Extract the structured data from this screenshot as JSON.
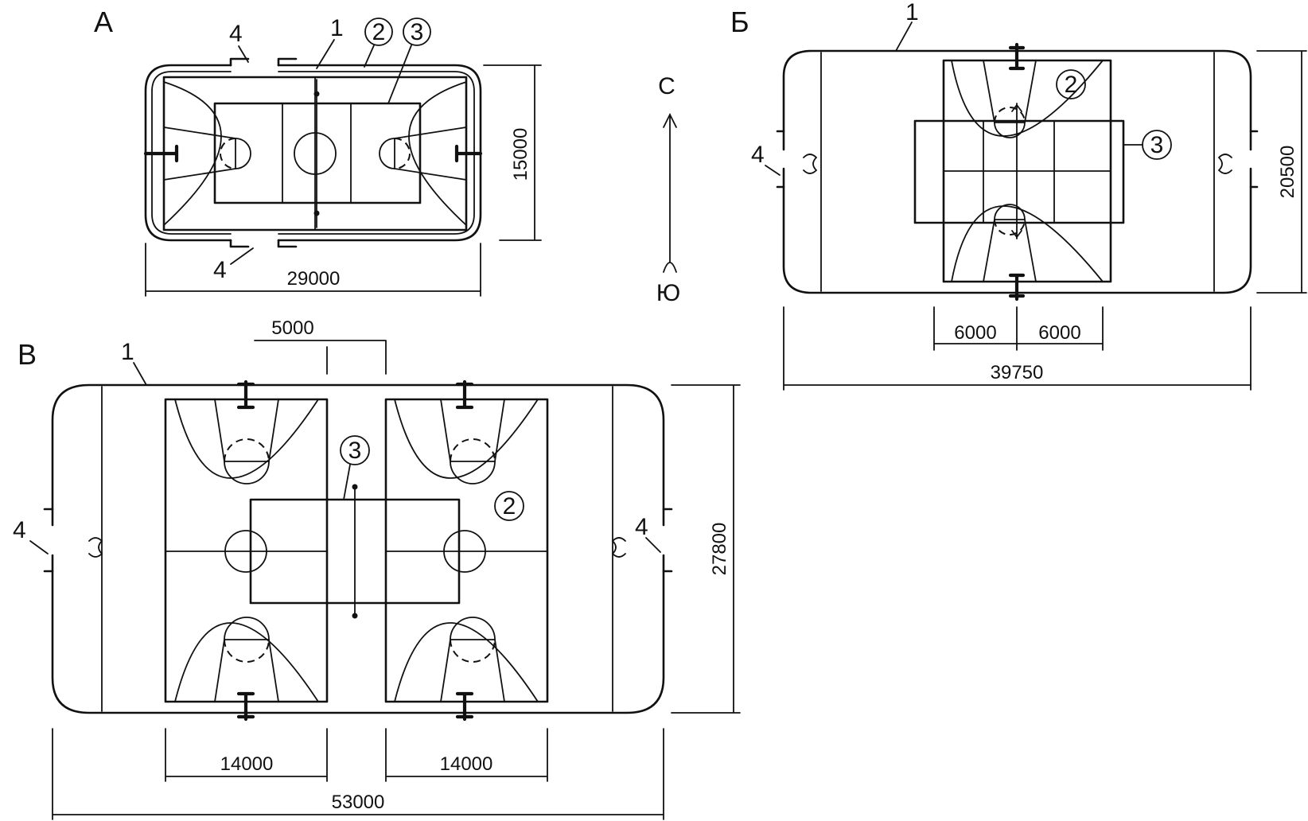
{
  "figures": {
    "a": {
      "title": "А",
      "dim_length": "29000",
      "dim_width": "15000",
      "leaders": [
        "1",
        "2",
        "3",
        "4",
        "4"
      ]
    },
    "b": {
      "title": "Б",
      "dim_length": "39750",
      "dim_width": "20500",
      "dim_left": "6000",
      "dim_right": "6000",
      "leaders": [
        "1",
        "2",
        "3",
        "4"
      ]
    },
    "v": {
      "title": "В",
      "dim_length": "53000",
      "dim_width": "27800",
      "dim_left": "14000",
      "dim_right": "14000",
      "dim_gap": "5000",
      "leaders": [
        "1",
        "2",
        "3",
        "4",
        "4"
      ]
    }
  },
  "compass": {
    "north": "С",
    "south": "Ю"
  }
}
